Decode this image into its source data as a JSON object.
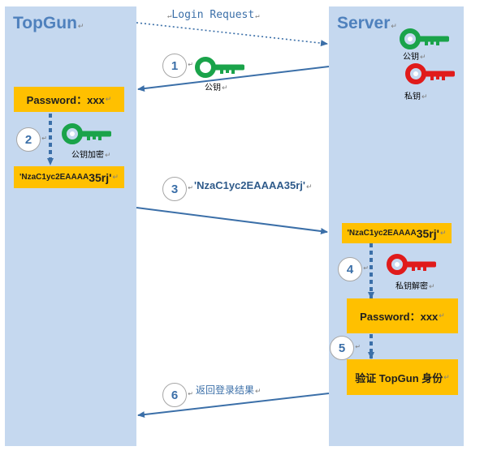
{
  "client": {
    "title": "TopGun"
  },
  "server": {
    "title": "Server"
  },
  "return_mark": "↵",
  "request": {
    "label": "Login Request"
  },
  "keys": {
    "server_public": "公钥",
    "server_private": "私钥",
    "step1_public": "公钥",
    "step2_encrypt": "公钥加密",
    "step4_decrypt": "私钥解密"
  },
  "steps": [
    {
      "num": "1"
    },
    {
      "num": "2"
    },
    {
      "num": "3",
      "label": "'NzaC1yc2EAAAA35rj'"
    },
    {
      "num": "4"
    },
    {
      "num": "5"
    },
    {
      "num": "6",
      "label": "返回登录结果"
    }
  ],
  "boxes": {
    "client_password": "Password：xxx",
    "client_cipher_main": "'NzaC1yc2EAAAA",
    "client_cipher_tail": "35rj'",
    "server_cipher_main": "'NzaC1yc2EAAAA",
    "server_cipher_tail": "35rj'",
    "server_password": "Password：xxx",
    "server_verify": "验证 TopGun 身份"
  },
  "colors": {
    "lane": "#c5d8ef",
    "box": "#ffc000",
    "arrow": "#3b6fa8",
    "public_key": "#1aa34a",
    "private_key": "#e01b1b"
  }
}
